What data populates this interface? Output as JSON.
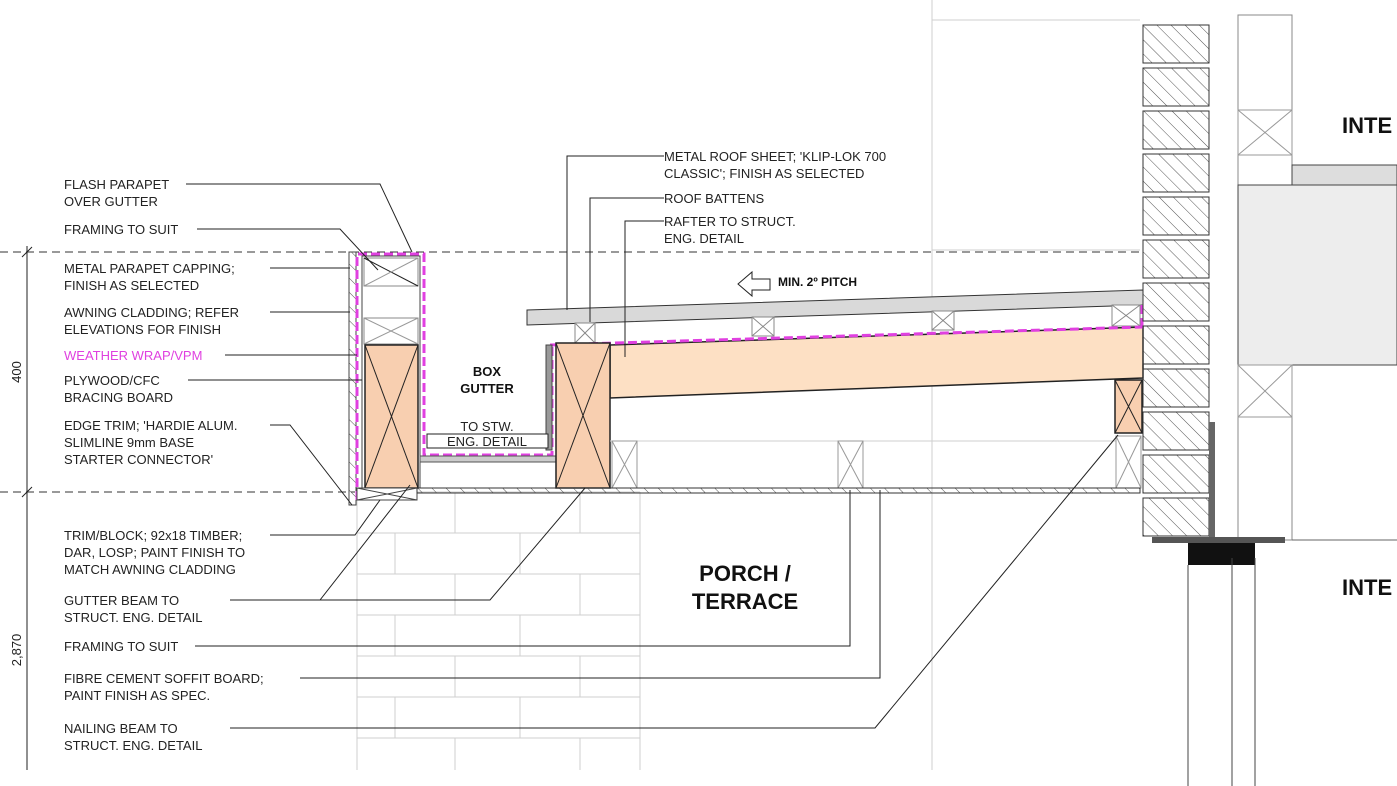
{
  "colors": {
    "timber": "#f8cfb0",
    "rafter": "#fde0c4",
    "weather_wrap": "#e040e0",
    "roof_sheet": "#d9d9d9"
  },
  "dimensions": {
    "parapet_height": "400",
    "ceiling_height": "2,870"
  },
  "left_labels": [
    {
      "lines": [
        "FLASH PARAPET",
        "OVER GUTTER"
      ]
    },
    {
      "lines": [
        "FRAMING TO SUIT"
      ]
    },
    {
      "lines": [
        "METAL PARAPET CAPPING;",
        "FINISH AS SELECTED"
      ]
    },
    {
      "lines": [
        "AWNING CLADDING; REFER",
        "ELEVATIONS FOR FINISH"
      ]
    },
    {
      "lines": [
        "WEATHER WRAP/VPM"
      ]
    },
    {
      "lines": [
        "PLYWOOD/CFC",
        "BRACING BOARD"
      ]
    },
    {
      "lines": [
        "EDGE TRIM; 'HARDIE ALUM.",
        "SLIMLINE 9mm BASE",
        "STARTER CONNECTOR'"
      ]
    },
    {
      "lines": [
        "TRIM/BLOCK; 92x18 TIMBER;",
        "DAR, LOSP; PAINT FINISH TO",
        "MATCH AWNING CLADDING"
      ]
    },
    {
      "lines": [
        "GUTTER BEAM TO",
        "STRUCT. ENG. DETAIL"
      ]
    },
    {
      "lines": [
        "FRAMING TO SUIT"
      ]
    },
    {
      "lines": [
        "FIBRE CEMENT SOFFIT BOARD;",
        "PAINT FINISH AS SPEC."
      ]
    },
    {
      "lines": [
        "NAILING BEAM TO",
        "STRUCT. ENG. DETAIL"
      ]
    }
  ],
  "top_labels": [
    {
      "lines": [
        "METAL ROOF SHEET; 'KLIP-LOK 700",
        "CLASSIC'; FINISH AS SELECTED"
      ]
    },
    {
      "lines": [
        "ROOF BATTENS"
      ]
    },
    {
      "lines": [
        "RAFTER TO STRUCT.",
        "ENG. DETAIL"
      ]
    }
  ],
  "box_gutter": [
    "BOX",
    "GUTTER"
  ],
  "to_stw": [
    "TO STW.",
    "ENG. DETAIL"
  ],
  "pitch": "MIN. 2º PITCH",
  "porch": [
    "PORCH /",
    "TERRACE"
  ],
  "interior_top": "INTE",
  "interior_bottom": "INTE"
}
